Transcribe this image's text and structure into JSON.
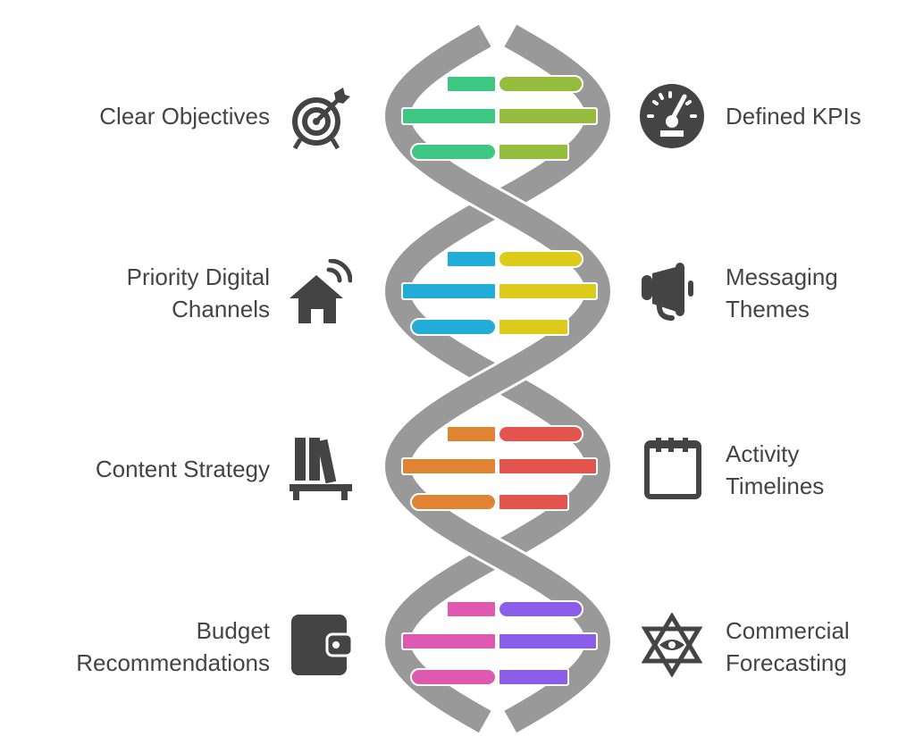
{
  "left_items": [
    {
      "label": "Clear Objectives",
      "icon": "target-icon"
    },
    {
      "label": "Priority Digital Channels",
      "icon": "smart-home-icon"
    },
    {
      "label": "Content Strategy",
      "icon": "bookshelf-icon"
    },
    {
      "label": "Budget Recommendations",
      "icon": "wallet-icon"
    }
  ],
  "right_items": [
    {
      "label": "Defined KPIs",
      "icon": "speedometer-icon"
    },
    {
      "label": "Messaging Themes",
      "icon": "megaphone-icon"
    },
    {
      "label": "Activity Timelines",
      "icon": "calendar-icon"
    },
    {
      "label": "Commercial Forecasting",
      "icon": "star-eye-icon"
    }
  ],
  "colors": {
    "strand": "#999999",
    "text": "#444444",
    "icon": "#444444",
    "pairs": [
      [
        "#3ec683",
        "#95bd3d"
      ],
      [
        "#22acd8",
        "#dccb1b"
      ],
      [
        "#e08333",
        "#e4544f"
      ],
      [
        "#de5ab0",
        "#8a5ee8"
      ]
    ]
  }
}
